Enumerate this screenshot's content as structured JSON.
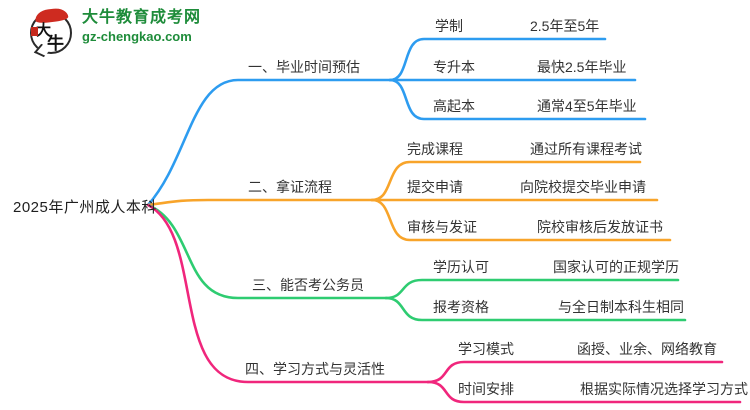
{
  "logo": {
    "badge_char1": "大",
    "badge_char2": "牛",
    "title": "大牛教育成考网",
    "url": "gz-chengkao.com",
    "brand_green": "#1e8c3a"
  },
  "root": {
    "label": "2025年广州成人本科",
    "text_color": "#1f1f1f"
  },
  "branches": [
    {
      "label": "一、毕业时间预估",
      "color": "#2d9cf0",
      "rows": [
        {
          "term": "学制",
          "value": "2.5年至5年"
        },
        {
          "term": "专升本",
          "value": "最快2.5年毕业"
        },
        {
          "term": "高起本",
          "value": "通常4至5年毕业"
        }
      ]
    },
    {
      "label": "二、拿证流程",
      "color": "#f8a42a",
      "rows": [
        {
          "term": "完成课程",
          "value": "通过所有课程考试"
        },
        {
          "term": "提交申请",
          "value": "向院校提交毕业申请"
        },
        {
          "term": "审核与发证",
          "value": "院校审核后发放证书"
        }
      ]
    },
    {
      "label": "三、能否考公务员",
      "color": "#2ecc71",
      "rows": [
        {
          "term": "学历认可",
          "value": "国家认可的正规学历"
        },
        {
          "term": "报考资格",
          "value": "与全日制本科生相同"
        }
      ]
    },
    {
      "label": "四、学习方式与灵活性",
      "color": "#f0267c",
      "rows": [
        {
          "term": "学习模式",
          "value": "函授、业余、网络教育"
        },
        {
          "term": "时间安排",
          "value": "根据实际情况选择学习方式"
        }
      ]
    }
  ]
}
